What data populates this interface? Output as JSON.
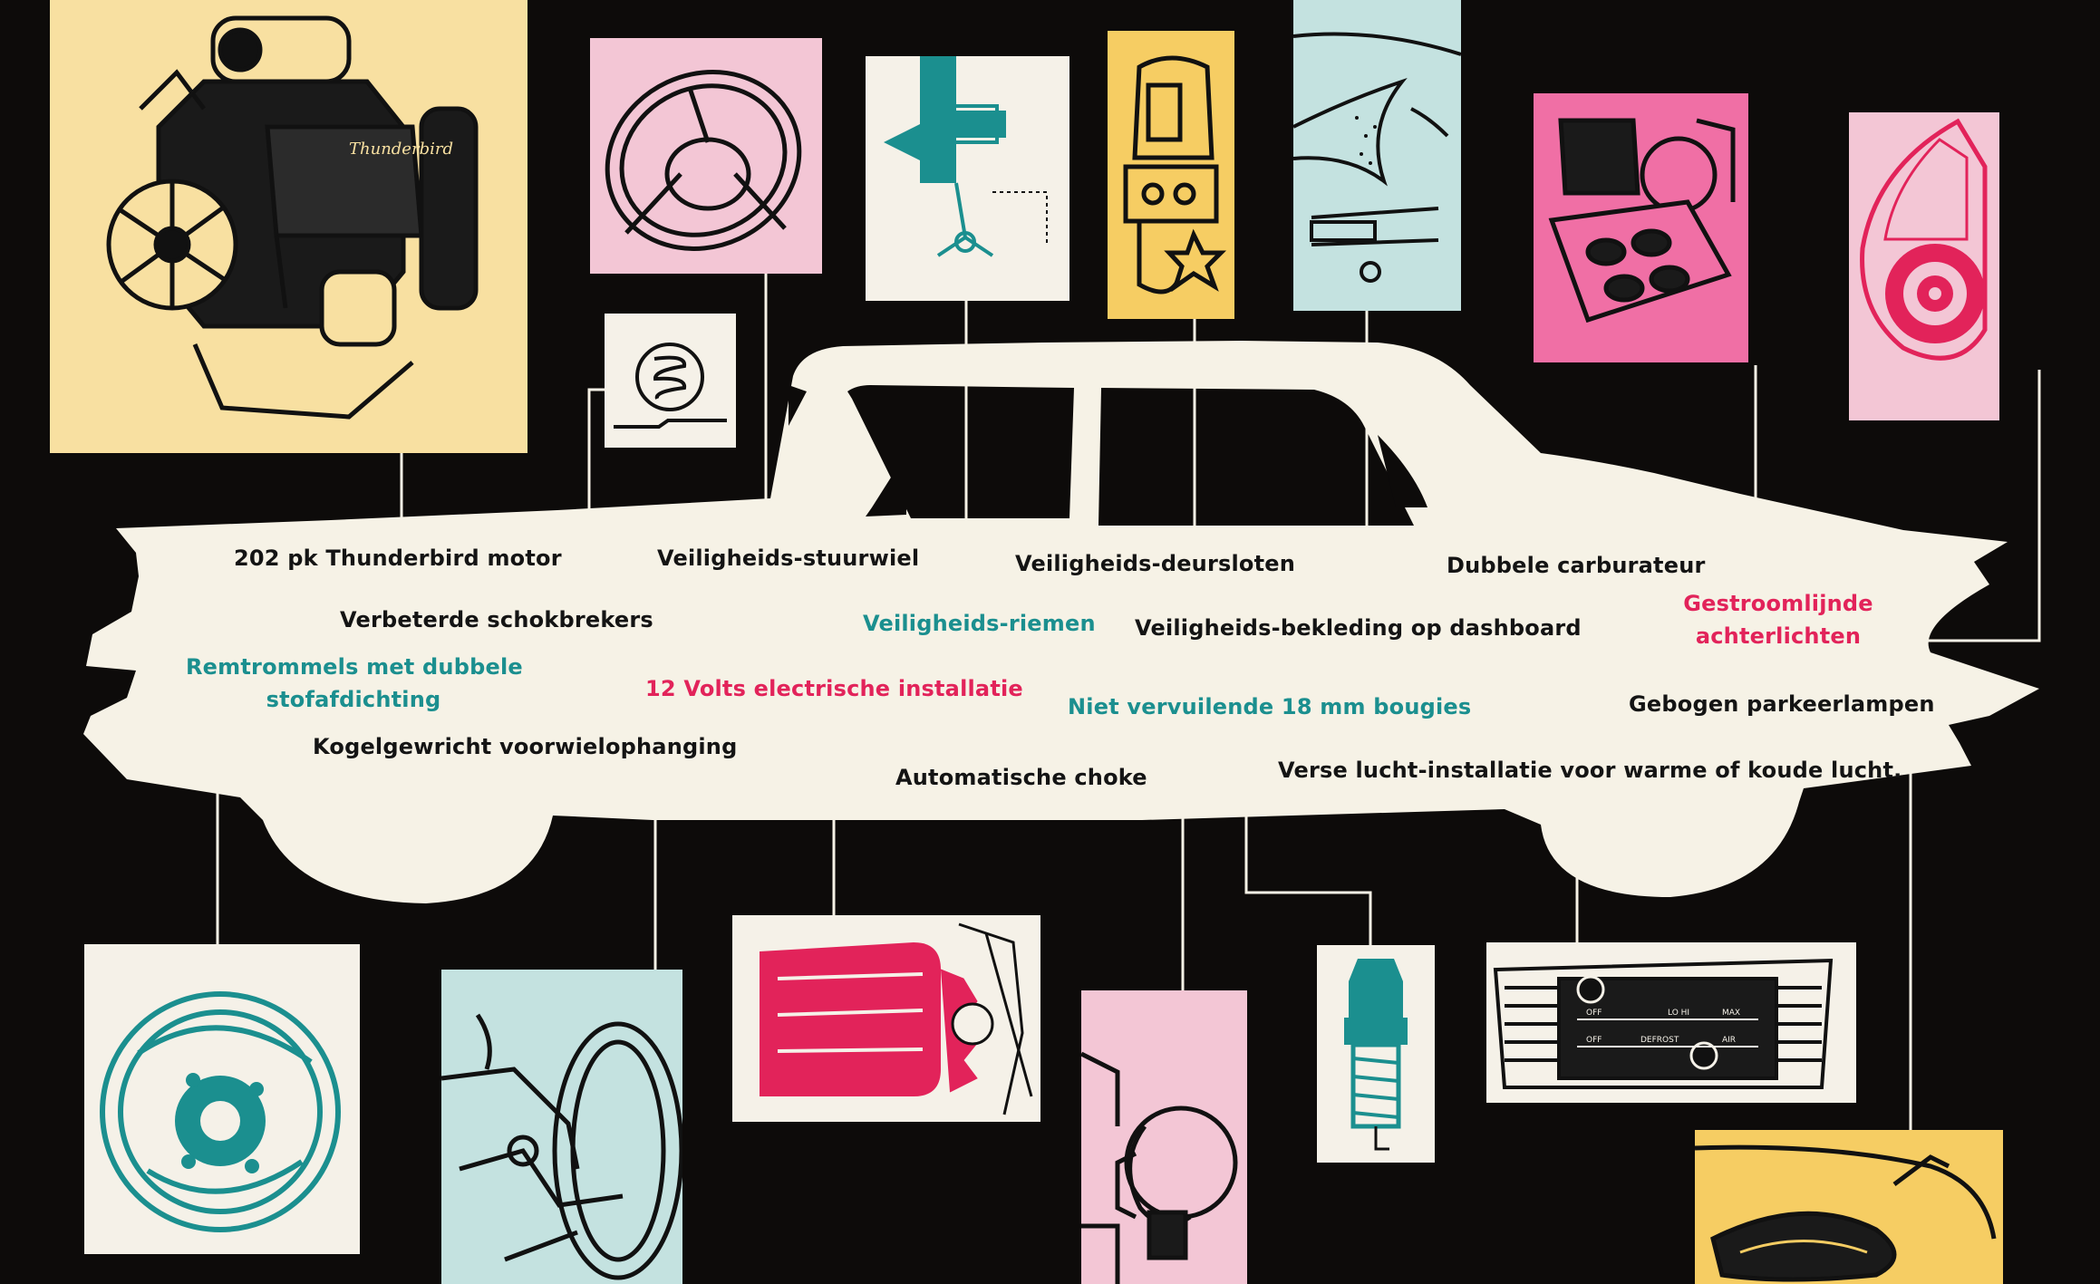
{
  "colors": {
    "background": "#0d0b0a",
    "car": "#f6f2e6",
    "line": "#f6f2e6",
    "black_label": "#141414",
    "teal_label": "#1b8f8f",
    "red_label": "#e2235a",
    "panel_yellow": "#f8e0a1",
    "panel_pink": "#f3c6d5",
    "panel_blue": "#c4e2e0",
    "panel_cream": "#f5f1e8",
    "panel_hotpink": "#f06fa5"
  },
  "labels": {
    "motor": "202 pk Thunderbird motor",
    "schokbrekers": "Verbeterde schokbrekers",
    "remtrommels_1": "Remtrommels met dubbele",
    "remtrommels_2": "stofafdichting",
    "kogelgewricht": "Kogelgewricht voorwielophanging",
    "stuurwiel": "Veiligheids-stuurwiel",
    "riemen": "Veiligheids-riemen",
    "volts": "12 Volts electrische installatie",
    "choke": "Automatische choke",
    "deursloten": "Veiligheids-deursloten",
    "bekleding": "Veiligheids-bekleding op dashboard",
    "bougies": "Niet vervuilende 18 mm bougies",
    "verse_lucht": "Verse lucht-installatie voor  warme of koude lucht.",
    "carburateur": "Dubbele carburateur",
    "achterlichten_1": "Gestroomlijnde",
    "achterlichten_2": "achterlichten",
    "parkeerlampen": "Gebogen parkeerlampen"
  },
  "panels": {
    "engine": {
      "illustration": "engine-icon",
      "color": "yellow"
    },
    "shock_absorber": {
      "illustration": "coil-spring-icon",
      "color": "cream"
    },
    "steering_wheel": {
      "illustration": "steering-wheel-icon",
      "color": "pink"
    },
    "seat_belt": {
      "illustration": "seat-belt-icon",
      "color": "cream"
    },
    "door_lock": {
      "illustration": "door-lock-icon",
      "color": "yellow"
    },
    "dashboard": {
      "illustration": "dashboard-icon",
      "color": "blue"
    },
    "carburetor": {
      "illustration": "carburetor-icon",
      "color": "hotpink"
    },
    "tail_light": {
      "illustration": "tail-light-icon",
      "color": "pink"
    },
    "brake_drum": {
      "illustration": "brake-drum-icon",
      "color": "cream"
    },
    "suspension": {
      "illustration": "suspension-icon",
      "color": "blue"
    },
    "generator": {
      "illustration": "generator-icon",
      "color": "cream"
    },
    "choke": {
      "illustration": "choke-icon",
      "color": "pink"
    },
    "spark_plug": {
      "illustration": "spark-plug-icon",
      "color": "cream"
    },
    "heater_control": {
      "illustration": "heater-control-icon",
      "color": "cream"
    },
    "parking_lamp": {
      "illustration": "parking-lamp-icon",
      "color": "yellow"
    }
  }
}
